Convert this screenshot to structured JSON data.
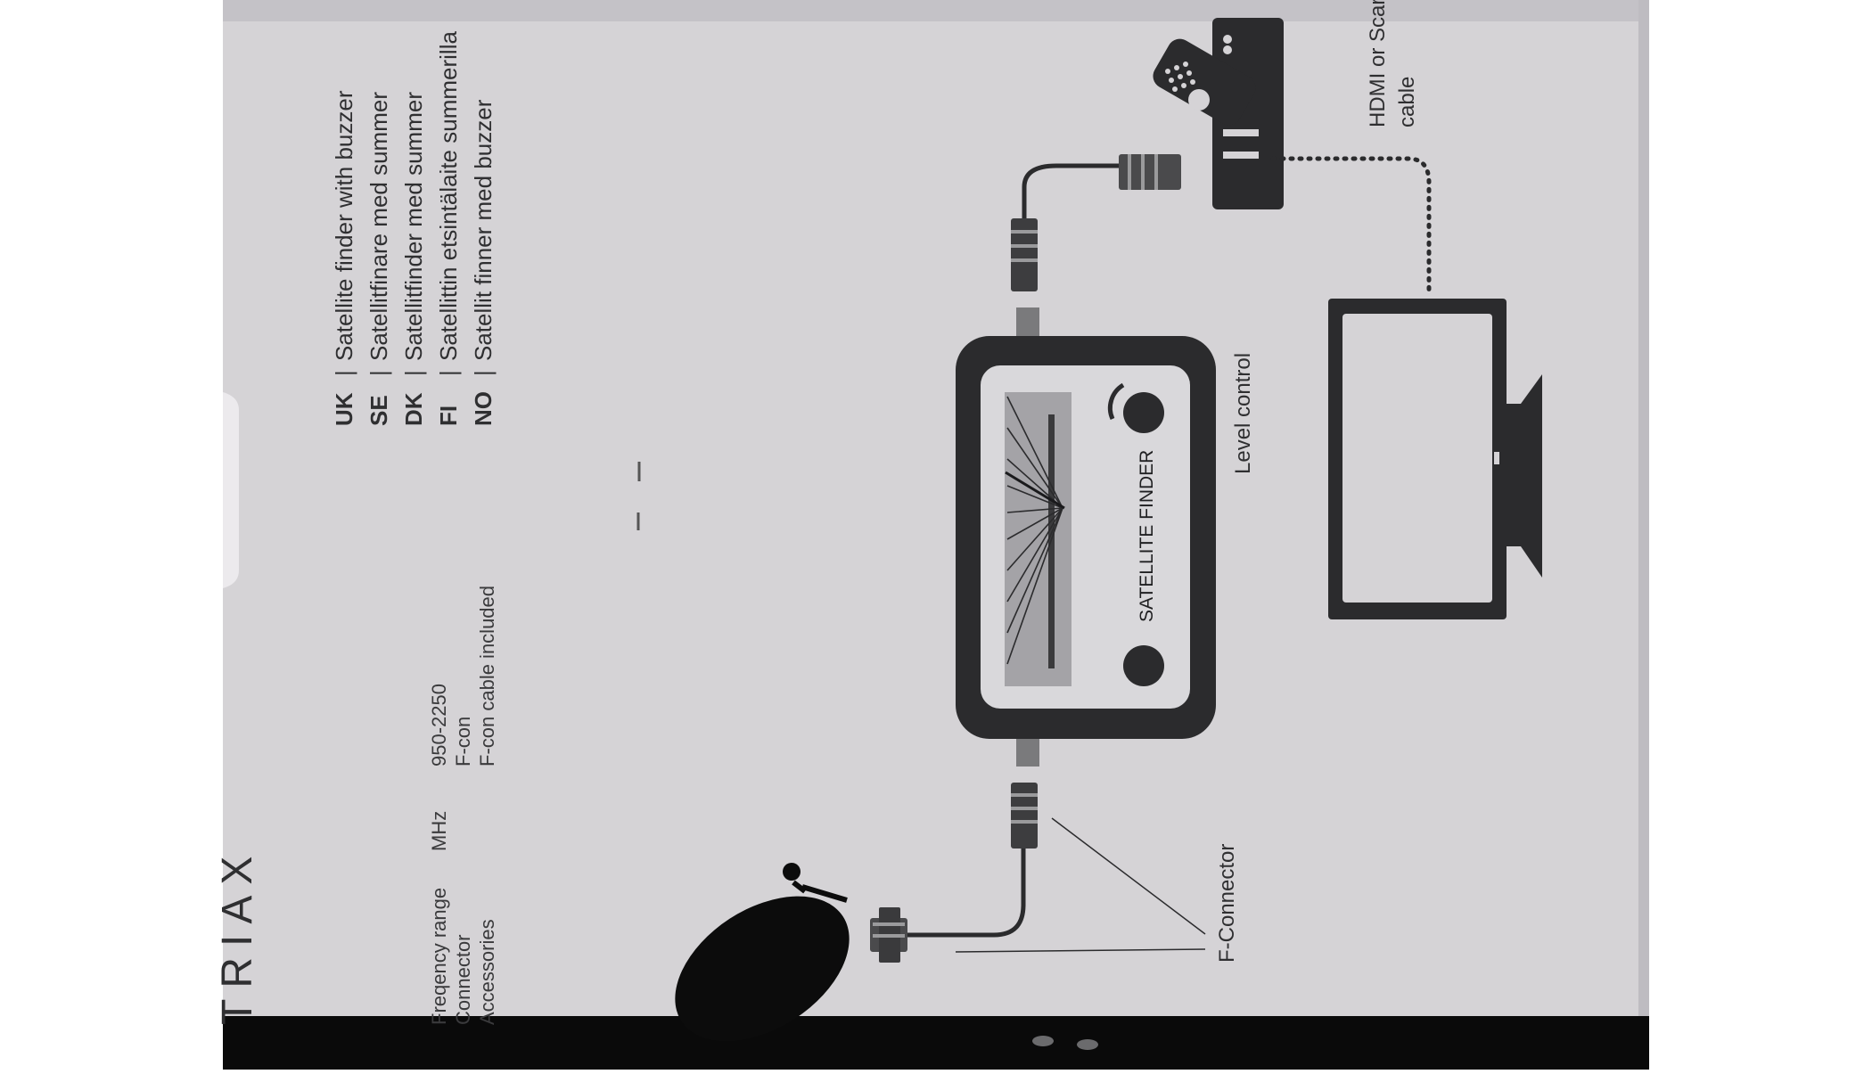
{
  "brand": "TRIAX",
  "titles": [
    {
      "code": "UK",
      "sep": "|",
      "text": "Satellite finder with buzzer"
    },
    {
      "code": "SE",
      "sep": "|",
      "text": "Satellitfinare med summer"
    },
    {
      "code": "DK",
      "sep": "|",
      "text": "Satellitfinder med summer"
    },
    {
      "code": "FI",
      "sep": "|",
      "text": "Satellittin etsintälaite summerilla"
    },
    {
      "code": "NO",
      "sep": "|",
      "text": "Satellit finner med buzzer"
    }
  ],
  "specs": [
    {
      "label": "Freqency range",
      "unit": "MHz",
      "value": "950-2250"
    },
    {
      "label": "Connector",
      "unit": "",
      "value": "F-con"
    },
    {
      "label": "Accessories",
      "unit": "",
      "value": "F-con cable included"
    }
  ],
  "diagram": {
    "device_label": "SATELLITE FINDER",
    "level_control_label": "Level control",
    "f_connector_label": "F-Connector",
    "hdmi_label_line1": "HDMI or Scar",
    "hdmi_label_line2": "cable"
  },
  "colors": {
    "panel": "#d5d3d6",
    "dark": "#2b2b2d",
    "text": "#2f2f31",
    "screen": "#a4a3a7",
    "black_bar": "#0a0a0a"
  }
}
